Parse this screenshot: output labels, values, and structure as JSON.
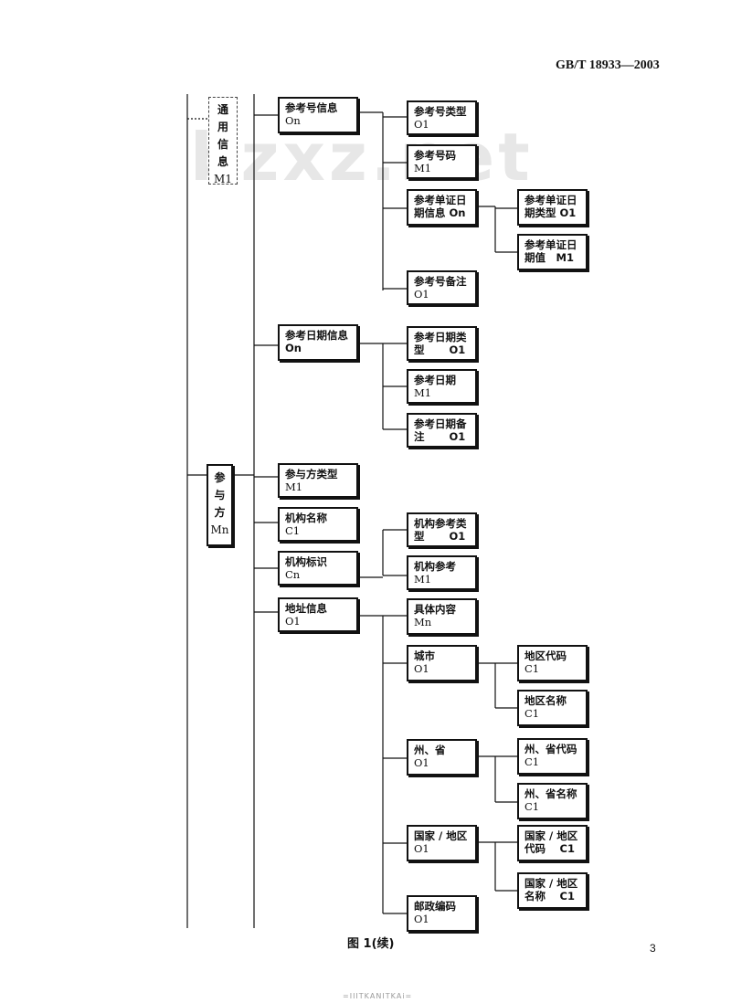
{
  "header": {
    "standard_code": "GB/T 18933—2003"
  },
  "watermark": "bzxz.net",
  "caption": "图 1(续)",
  "page_number": "3",
  "footer": "=ΙΙΙΤΚΑΝΙΤΚΑi=",
  "groups": {
    "general_info": {
      "label": "通用信息",
      "cardinality": "M1"
    },
    "party": {
      "label": "参与方",
      "cardinality": "Mn"
    }
  },
  "nodes": {
    "ref_info": {
      "label": "参考号信息",
      "cardinality": "On"
    },
    "ref_type": {
      "label": "参考号类型",
      "cardinality": "O1"
    },
    "ref_code": {
      "label": "参考号码",
      "cardinality": "M1"
    },
    "ref_doc_date_info": {
      "label": "参考单证日期信息 On",
      "cardinality": ""
    },
    "ref_doc_date_type": {
      "label": "参考单证日期类型 O1",
      "cardinality": ""
    },
    "ref_doc_date_value": {
      "label": "参考单证日期值　M1",
      "cardinality": ""
    },
    "ref_note": {
      "label": "参考号备注",
      "cardinality": "O1"
    },
    "ref_date_info": {
      "label": "参考日期信息 On",
      "cardinality": ""
    },
    "ref_date_type": {
      "label": "参考日期类型　　 O1",
      "cardinality": ""
    },
    "ref_date": {
      "label": "参考日期",
      "cardinality": "M1"
    },
    "ref_date_note": {
      "label": "参考日期备注　　 O1",
      "cardinality": ""
    },
    "party_type": {
      "label": "参与方类型",
      "cardinality": "M1"
    },
    "org_name": {
      "label": "机构名称",
      "cardinality": "C1"
    },
    "org_id": {
      "label": "机构标识",
      "cardinality": "Cn"
    },
    "org_ref_type": {
      "label": "机构参考类型　　 O1",
      "cardinality": ""
    },
    "org_ref": {
      "label": "机构参考",
      "cardinality": "M1"
    },
    "address_info": {
      "label": "地址信息",
      "cardinality": "O1"
    },
    "detail": {
      "label": "具体内容",
      "cardinality": "Mn"
    },
    "city": {
      "label": "城市",
      "cardinality": "O1"
    },
    "area_code": {
      "label": "地区代码",
      "cardinality": "C1"
    },
    "area_name": {
      "label": "地区名称",
      "cardinality": "C1"
    },
    "state": {
      "label": "州、省",
      "cardinality": "O1"
    },
    "state_code": {
      "label": "州、省代码",
      "cardinality": "C1"
    },
    "state_name": {
      "label": "州、省名称",
      "cardinality": "C1"
    },
    "country": {
      "label": "国家 / 地区",
      "cardinality": "O1"
    },
    "country_code": {
      "label": "国家 / 地区代码　 C1",
      "cardinality": ""
    },
    "country_name": {
      "label": "国家 / 地区名称　 C1",
      "cardinality": ""
    },
    "postal_code": {
      "label": "邮政编码",
      "cardinality": "O1"
    }
  }
}
